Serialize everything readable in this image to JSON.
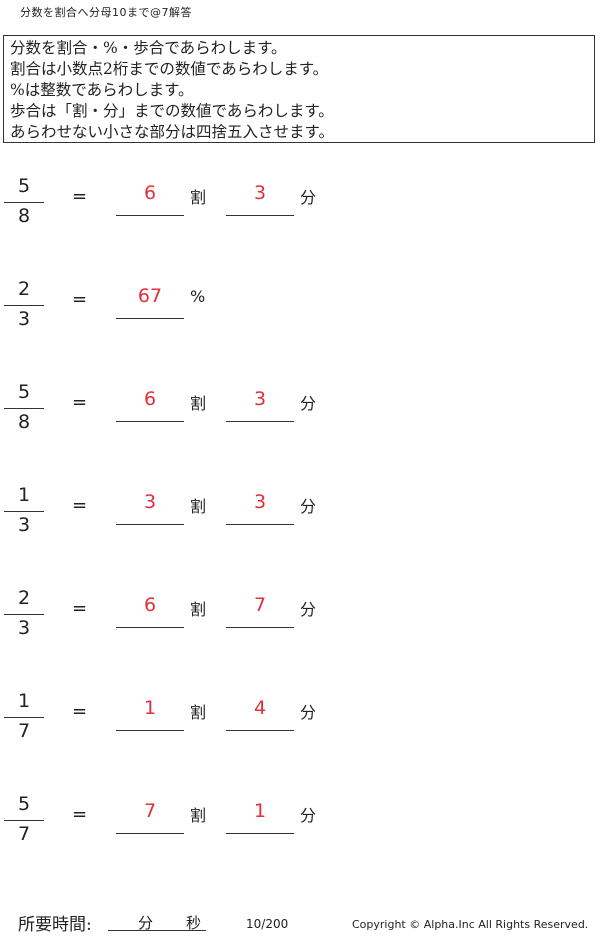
{
  "title": "分数を割合へ分母10まで@7解答",
  "instructions": [
    "分数を割合・%・歩合であらわします。",
    "割合は小数点2桁までの数値であらわします。",
    "%は整数であらわします。",
    "歩合は「割・分」までの数値であらわします。",
    "あらわせない小さな部分は四捨五入させます。"
  ],
  "equals_sign": "=",
  "problems": [
    {
      "num": "5",
      "den": "8",
      "ans1": "6",
      "unit1": "割",
      "ans2": "3",
      "unit2": "分"
    },
    {
      "num": "2",
      "den": "3",
      "ans1": "67",
      "unit1": "%"
    },
    {
      "num": "5",
      "den": "8",
      "ans1": "6",
      "unit1": "割",
      "ans2": "3",
      "unit2": "分"
    },
    {
      "num": "1",
      "den": "3",
      "ans1": "3",
      "unit1": "割",
      "ans2": "3",
      "unit2": "分"
    },
    {
      "num": "2",
      "den": "3",
      "ans1": "6",
      "unit1": "割",
      "ans2": "7",
      "unit2": "分"
    },
    {
      "num": "1",
      "den": "7",
      "ans1": "1",
      "unit1": "割",
      "ans2": "4",
      "unit2": "分"
    },
    {
      "num": "5",
      "den": "7",
      "ans1": "7",
      "unit1": "割",
      "ans2": "1",
      "unit2": "分"
    }
  ],
  "footer": {
    "label": "所要時間:",
    "minutes_unit": "分",
    "seconds_unit": "秒",
    "page_count": "10/200",
    "copyright": "Copyright ©  Alpha.Inc All Rights Reserved."
  }
}
